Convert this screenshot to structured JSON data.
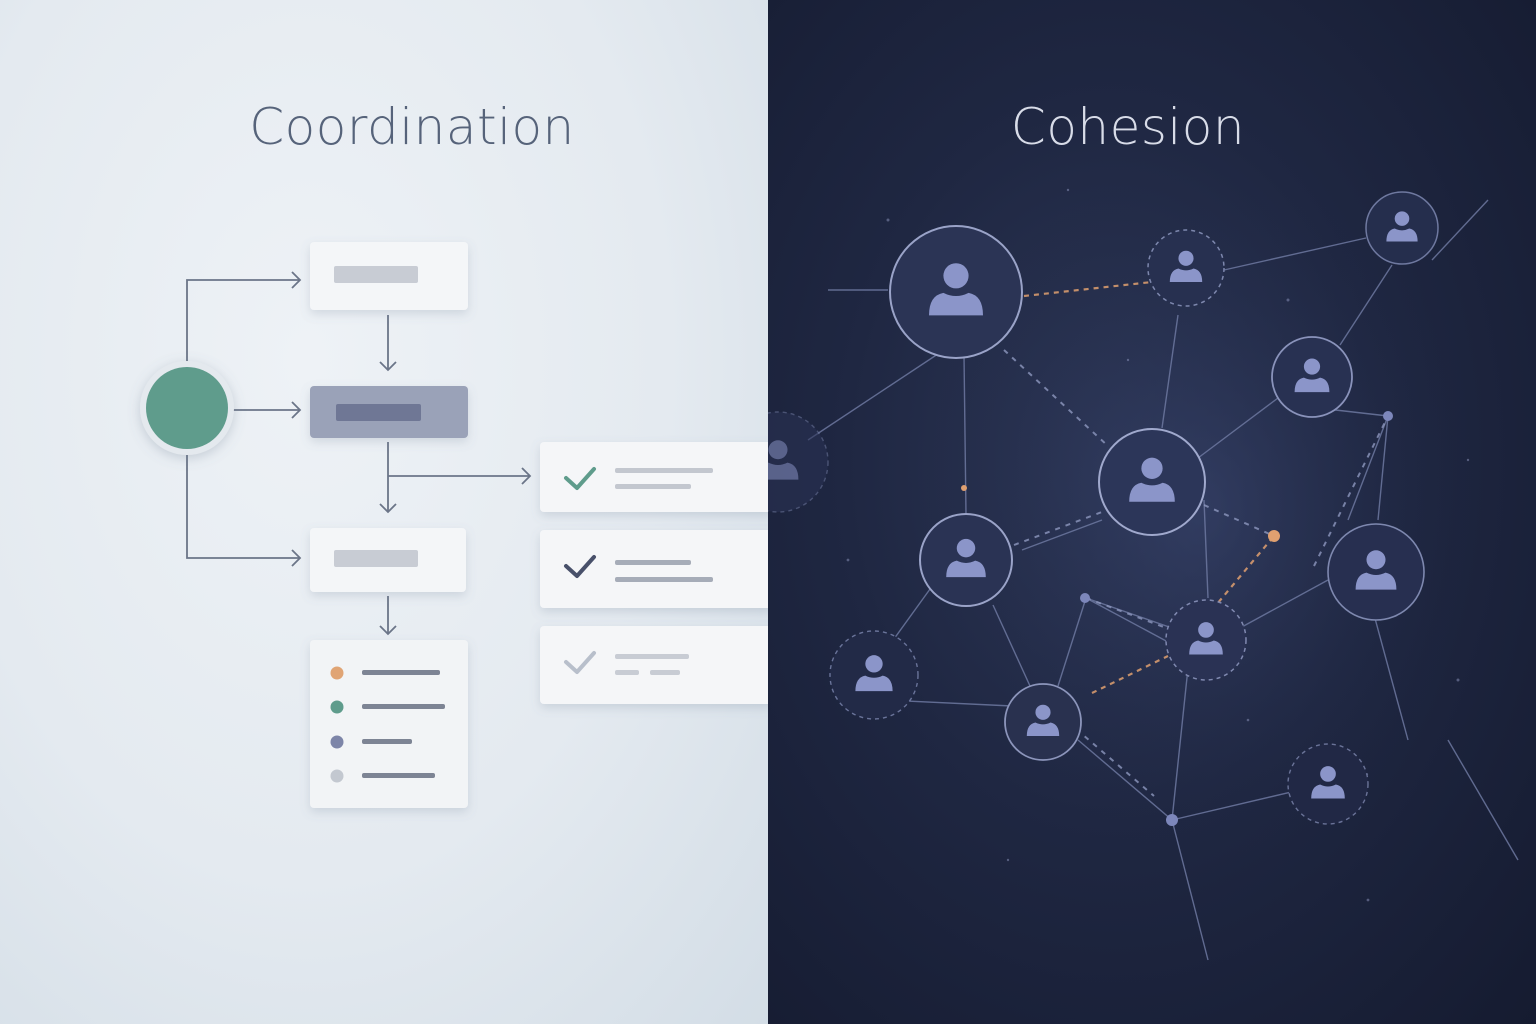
{
  "left_panel": {
    "title": "Coordination",
    "background": "#e6ecf1",
    "accent": "#5f9c8c",
    "active_box": "#9aa2b8",
    "check_colors": [
      "#5f9c8c",
      "#48506a",
      "#b8bfcb"
    ],
    "list_dot_colors": [
      "#e0a474",
      "#5f9c8c",
      "#7d85a8",
      "#c3c8d0"
    ]
  },
  "right_panel": {
    "title": "Cohesion",
    "background": "#1f2742",
    "person_color": "#8b95c9",
    "link_accent": "#e0a070"
  },
  "icons": {
    "flow_node": "filled-circle",
    "task": "checkmark-icon",
    "member": "person-icon"
  }
}
